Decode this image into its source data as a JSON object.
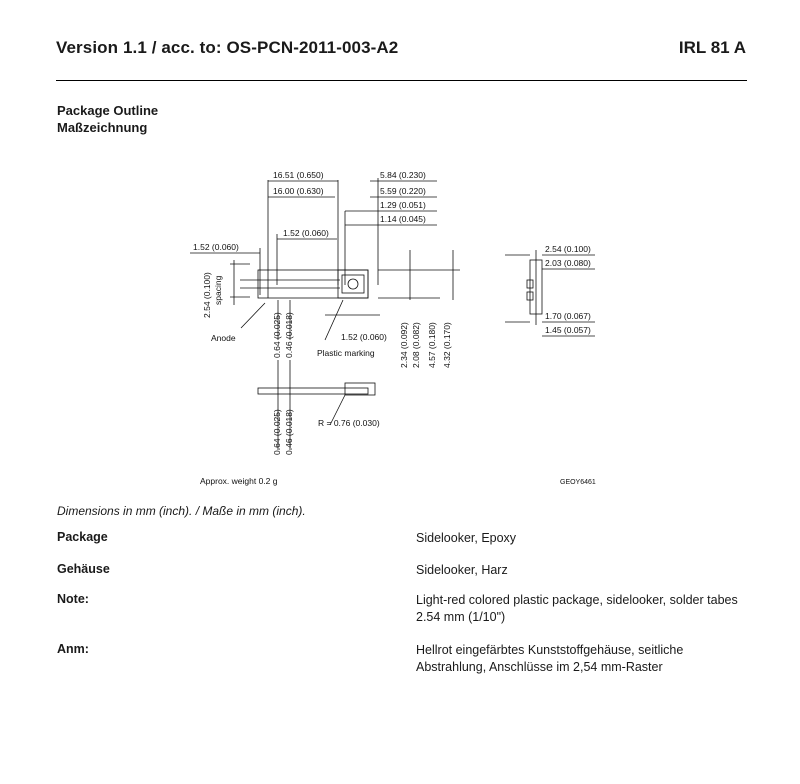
{
  "header": {
    "title": "Version 1.1 / acc. to: OS-PCN-2011-003-A2",
    "part": "IRL 81 A"
  },
  "section": {
    "title_en": "Package Outline",
    "title_de": "Maßzeichnung"
  },
  "drawing": {
    "dim_16_51": "16.51 (0.650)",
    "dim_16_00": "16.00 (0.630)",
    "dim_5_84": "5.84 (0.230)",
    "dim_5_59": "5.59 (0.220)",
    "dim_1_29": "1.29 (0.051)",
    "dim_1_14": "1.14 (0.045)",
    "dim_1_52_top": "1.52 (0.060)",
    "dim_1_52_left": "1.52 (0.060)",
    "dim_1_52_bottom": "1.52 (0.060)",
    "dim_2_54_vertical": "2.54 (0.100)",
    "spacing": "spacing",
    "anode": "Anode",
    "dim_0_64": "0.64 (0.025)",
    "dim_0_46": "0.46 (0.018)",
    "plastic_marking": "Plastic marking",
    "dim_2_34": "2.34 (0.092)",
    "dim_2_08": "2.08 (0.082)",
    "dim_4_57": "4.57 (0.180)",
    "dim_4_32": "4.32 (0.170)",
    "side_2_54": "2.54 (0.100)",
    "side_2_03": "2.03 (0.080)",
    "side_1_70": "1.70 (0.067)",
    "side_1_45": "1.45 (0.057)",
    "bottom_0_64": "0.64 (0.025)",
    "bottom_0_46": "0.46 (0.018)",
    "radius": "R = 0.76 (0.030)",
    "weight": "Approx. weight 0.2 g",
    "code": "GEOY6461"
  },
  "dimensions_note": "Dimensions in mm (inch).  /  Maße in mm (inch).",
  "specs": [
    {
      "label": "Package",
      "value": "Sidelooker, Epoxy"
    },
    {
      "label": "Gehäuse",
      "value": "Sidelooker, Harz"
    },
    {
      "label": "Note:",
      "value": "Light-red colored plastic package, sidelooker, solder tabes 2.54 mm (1/10\")"
    },
    {
      "label": "Anm:",
      "value": "Hellrot eingefärbtes Kunststoffgehäuse, seitliche Abstrahlung, Anschlüsse im 2,54 mm-Raster"
    }
  ]
}
